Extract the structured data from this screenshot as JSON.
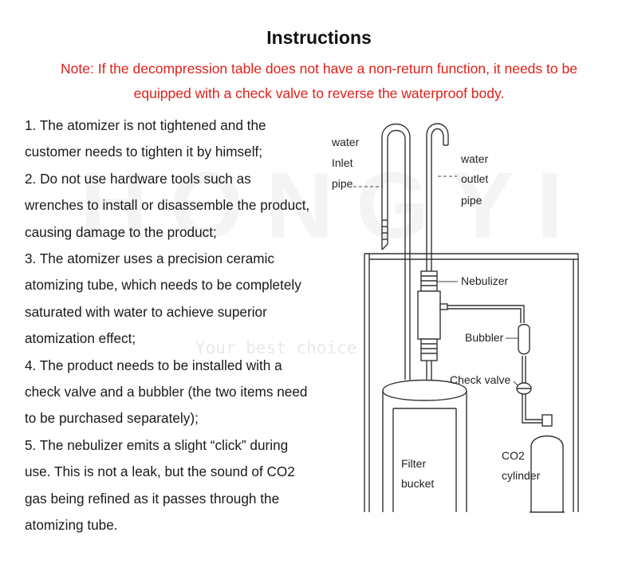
{
  "heading": "Instructions",
  "note_lines": [
    "Note: If the decompression table does not have a non-return function, it needs to be",
    "equipped with a check valve to reverse the waterproof body."
  ],
  "step_lines": [
    "1. The atomizer is not tightened and the",
    "customer needs to tighten it by himself;",
    "2. Do not use hardware tools such as",
    "wrenches to install or disassemble the product,",
    "causing damage to the product;",
    "3. The atomizer uses a precision ceramic",
    "atomizing tube, which needs to be completely",
    "saturated with water to achieve superior",
    "atomization effect;",
    "4. The product needs to be installed with a",
    "check valve and a bubbler (the two items need",
    "to be purchased separately);",
    "5. The nebulizer emits a slight “click” during",
    "use. This is not a leak, but the sound of CO2",
    "gas being refined as it passes through the",
    "atomizing tube."
  ],
  "watermark": {
    "main": "HONGYI",
    "sub": "Your best choice"
  },
  "diagram": {
    "inlet_label": [
      "water",
      "Inlet",
      "pipe"
    ],
    "outlet_label": [
      "water",
      "outlet",
      "pipe"
    ],
    "nebulizer": "Nebulizer",
    "bubbler": "Bubbler",
    "check_valve": "Check valve",
    "filter_label": [
      "Filter",
      "bucket"
    ],
    "co2_label": [
      "CO2",
      "cylinder"
    ]
  }
}
